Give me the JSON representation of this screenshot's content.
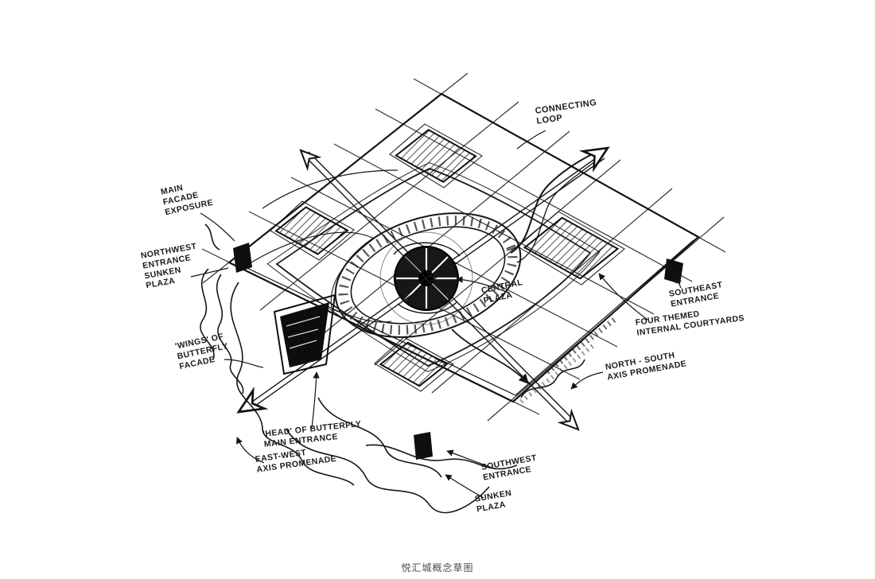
{
  "page": {
    "background": "#ffffff",
    "ink": "#141414"
  },
  "caption": {
    "text": "悦汇城概念草图"
  },
  "annotations": {
    "connecting_loop": {
      "text": "CONNECTING\nLOOP"
    },
    "main_facade_exposure": {
      "text": "MAIN\nFACADE\nEXPOSURE"
    },
    "northwest_entrance_sunken_plaza": {
      "text": "NORTHWEST\nENTRANCE\nSUNKEN\nPLAZA"
    },
    "wings_of_butterfly_facade": {
      "text": "'WINGS' OF\nBUTTERFLY\nFACADE"
    },
    "central_plaza": {
      "text": "CENTRAL\nPLAZA"
    },
    "southeast_entrance": {
      "text": "SOUTHEAST\nENTRANCE"
    },
    "four_themed_internal_courtyards": {
      "text": "FOUR THEMED\nINTERNAL COURTYARDS"
    },
    "north_south_axis_promenade": {
      "text": "NORTH - SOUTH\nAXIS PROMENADE"
    },
    "head_of_butterfly_main_entrance": {
      "text": "'HEAD' OF BUTTERFLY\nMAIN ENTRANCE"
    },
    "east_west_axis_promenade": {
      "text": "EAST-WEST\nAXIS PROMENADE"
    },
    "southwest_entrance": {
      "text": "SOUTHWEST\nENTRANCE"
    },
    "sunken_plaza": {
      "text": "SUNKEN\nPLAZA"
    }
  }
}
